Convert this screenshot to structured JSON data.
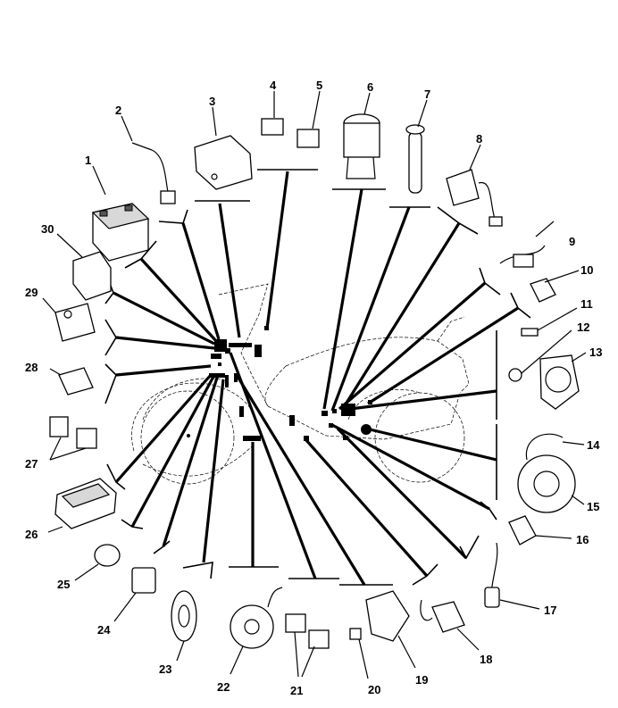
{
  "diagram": {
    "callouts": [
      {
        "id": 1,
        "label": "1"
      },
      {
        "id": 2,
        "label": "2"
      },
      {
        "id": 3,
        "label": "3"
      },
      {
        "id": 4,
        "label": "4"
      },
      {
        "id": 5,
        "label": "5"
      },
      {
        "id": 6,
        "label": "6"
      },
      {
        "id": 7,
        "label": "7"
      },
      {
        "id": 8,
        "label": "8"
      },
      {
        "id": 9,
        "label": "9"
      },
      {
        "id": 10,
        "label": "10"
      },
      {
        "id": 11,
        "label": "11"
      },
      {
        "id": 12,
        "label": "12"
      },
      {
        "id": 13,
        "label": "13"
      },
      {
        "id": 14,
        "label": "14"
      },
      {
        "id": 15,
        "label": "15"
      },
      {
        "id": 16,
        "label": "16"
      },
      {
        "id": 17,
        "label": "17"
      },
      {
        "id": 18,
        "label": "18"
      },
      {
        "id": 19,
        "label": "19"
      },
      {
        "id": 20,
        "label": "20"
      },
      {
        "id": 21,
        "label": "21"
      },
      {
        "id": 22,
        "label": "22"
      },
      {
        "id": 23,
        "label": "23"
      },
      {
        "id": 24,
        "label": "24"
      },
      {
        "id": 25,
        "label": "25"
      },
      {
        "id": 26,
        "label": "26"
      },
      {
        "id": 27,
        "label": "27"
      },
      {
        "id": 28,
        "label": "28"
      },
      {
        "id": 29,
        "label": "29"
      },
      {
        "id": 30,
        "label": "30"
      }
    ]
  }
}
